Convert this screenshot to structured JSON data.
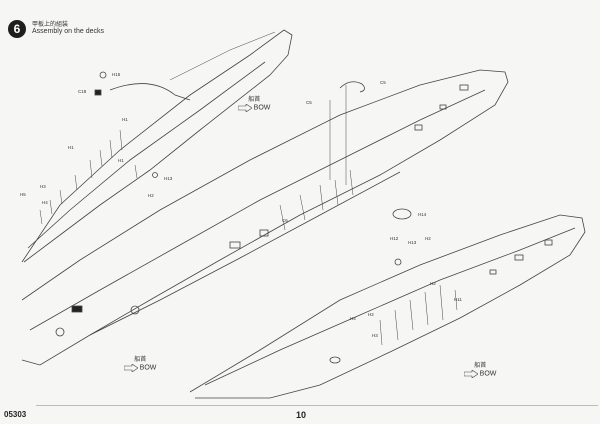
{
  "step": {
    "number": "6",
    "title_cn": "甲板上的組装",
    "title_en": "Assembly on the decks"
  },
  "bow_labels": [
    {
      "cn": "船首",
      "en": "BOW"
    },
    {
      "cn": "船首",
      "en": "BOW"
    },
    {
      "cn": "船首",
      "en": "BOW"
    }
  ],
  "part_labels": [
    "H15",
    "C18",
    "H1",
    "H1",
    "H1",
    "H13",
    "H2",
    "H3",
    "H4",
    "H5",
    "C5",
    "C5",
    "C6",
    "H14",
    "H12",
    "H13",
    "H2",
    "H2",
    "H11",
    "H2",
    "H3",
    "H4"
  ],
  "footer": {
    "code": "05303",
    "page": "10"
  }
}
